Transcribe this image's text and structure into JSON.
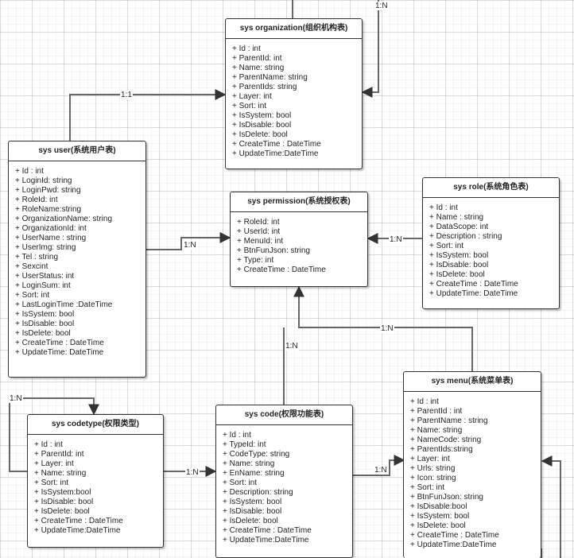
{
  "entities": {
    "organization": {
      "title": "sys organization",
      "title_cn": "(组织机构表)",
      "fields": [
        "+ Id : int",
        "+ ParentId: int",
        "+ Name: string",
        "+ ParentName: string",
        "+ ParentIds: string",
        "+ Layer: int",
        "+ Sort: int",
        "+ IsSystem: bool",
        "+ IsDisable: bool",
        "+ IsDelete: bool",
        "+ CreateTime : DateTime",
        "+ UpdateTime:DateTime"
      ]
    },
    "user": {
      "title": "sys user",
      "title_cn": "(系统用户表)",
      "fields": [
        "+ Id : int",
        "+ LoginId: string",
        "+ LoginPwd: string",
        "+ RoleId: int",
        "+ RoleName:string",
        "+ OrganizationName: string",
        "+ OrganizationId: int",
        "+ UserName : string",
        "+ UserImg: string",
        "+ Tel : string",
        "+ Sexcint",
        "+ UserStatus: int",
        "+ LoginSum: int",
        "+ Sort: int",
        "+ LastLoginTime :DateTime",
        "+ IsSystem: bool",
        "+ IsDisable: bool",
        "+ IsDelete: bool",
        "+ CreateTime : DateTime",
        "+ UpdateTime: DateTime"
      ]
    },
    "permission": {
      "title": "sys permission",
      "title_cn": "(系统授权表)",
      "fields": [
        "+ RoleId: int",
        "+ UserId: int",
        "+ MenuId: int",
        "+ BtnFunJson: string",
        "+ Type: int",
        "+ CreateTime : DateTime"
      ]
    },
    "role": {
      "title": "sys role",
      "title_cn": "(系统角色表)",
      "fields": [
        "+ Id : int",
        "+ Name : string",
        "+ DataScope:  int",
        "+ Description : string",
        "+ Sort: int",
        "+ IsSystem: bool",
        "+ IsDisable: bool",
        "+ IsDelete: bool",
        "+ CreateTime : DateTime",
        "+ UpdateTime: DateTime"
      ]
    },
    "codetype": {
      "title": "sys codetype",
      "title_cn": "(权限类型)",
      "fields": [
        "+ Id : int",
        "+ ParentId: int",
        "+ Layer: int",
        "+ Name: string",
        "+ Sort: int",
        "+ IsSystem:bool",
        "+ IsDisable: bool",
        "+ IsDelete: bool",
        "+ CreateTime : DateTime",
        "+ UpdateTime:DateTime"
      ]
    },
    "code": {
      "title": "sys code",
      "title_cn": "(权限功能表)",
      "fields": [
        "+ Id : int",
        "+ TypeId: int",
        "+ CodeType: string",
        "+ Name: string",
        "+ EnName: string",
        "+ Sort: int",
        "+ Description: string",
        "+ IsSystem: bool",
        "+ IsDisable: bool",
        "+ IsDelete: bool",
        "+ CreateTime : DateTime",
        "+ UpdateTime:DateTime"
      ]
    },
    "menu": {
      "title": "sys menu",
      "title_cn": "(系统菜单表)",
      "fields": [
        "+ Id : int",
        "+ ParentId : int",
        "+ ParentName : string",
        "+ Name: string",
        "+ NameCode: string",
        "+ ParentIds:string",
        "+ Layer: int",
        "+ Urls: string",
        "+ Icon: string",
        "+ Sort: int",
        "+ BtnFunJson: string",
        "+ IsDisable:bool",
        "+ IsSystem: bool",
        "+ IsDelete: bool",
        "+ CreateTime : DateTime",
        "+ UpdateTime:DateTime"
      ]
    }
  },
  "relations": {
    "org_self": "1:N",
    "user_org": "1:1",
    "user_permission": "1:N",
    "role_permission": "1:N",
    "menu_permission": "1:N",
    "code_permission": "1:N",
    "codetype_self": "1:N",
    "codetype_code": "1:N",
    "code_menu": "1:N"
  },
  "colors": {
    "stroke": "#333333",
    "line": "#666666",
    "grid": "#e6e6e6"
  }
}
